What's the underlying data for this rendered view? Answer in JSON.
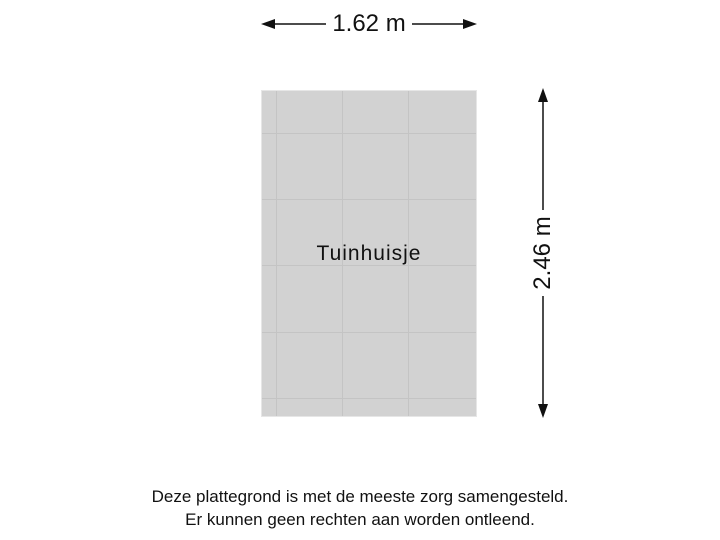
{
  "floorplan": {
    "width_dimension": "1.62 m",
    "height_dimension": "2.46 m",
    "rooms": [
      {
        "label": "Tuinhuisje",
        "fill": "#d2d2d2",
        "grid_color": "#c6c6c6"
      }
    ]
  },
  "disclaimer": {
    "line1": "Deze plattegrond is met de meeste zorg samengesteld.",
    "line2": "Er kunnen geen rechten aan worden ontleend."
  }
}
